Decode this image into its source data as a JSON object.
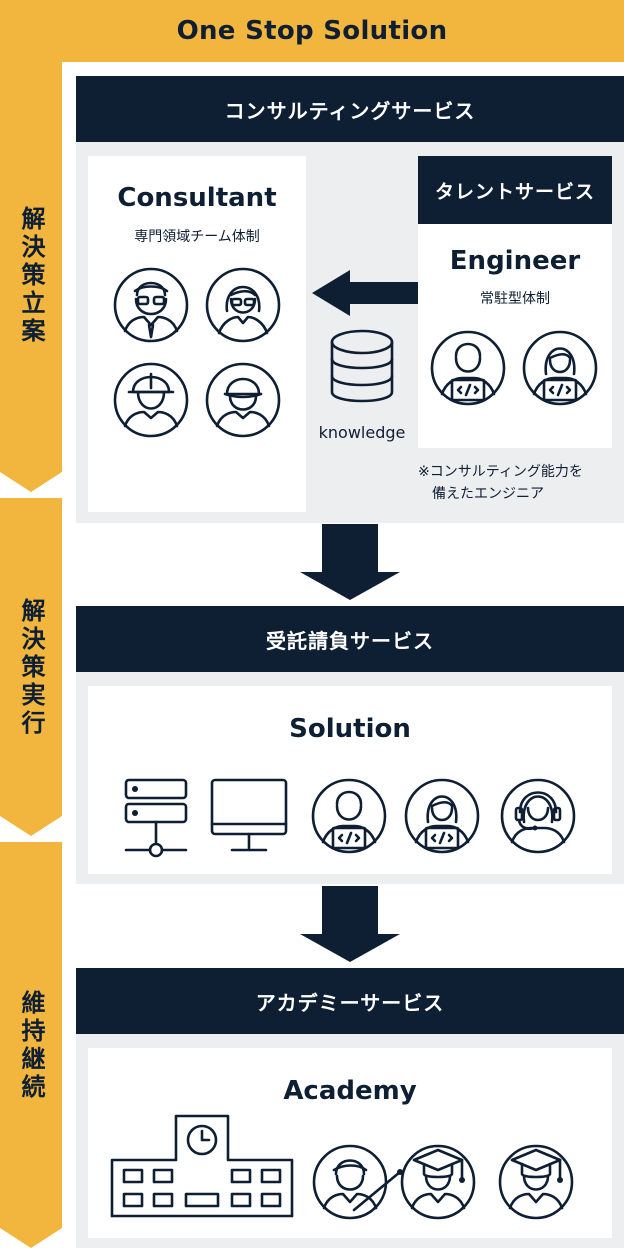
{
  "header": {
    "title": "One Stop Solution"
  },
  "phases": [
    {
      "label": "解決策立案"
    },
    {
      "label": "解決策実行"
    },
    {
      "label": "維持継続"
    }
  ],
  "consulting": {
    "bar_label": "コンサルティングサービス",
    "consultant": {
      "title": "Consultant",
      "subtitle": "専門領域チーム体制"
    },
    "knowledge_label": "knowledge",
    "talent": {
      "bar_label": "タレントサービス",
      "title": "Engineer",
      "subtitle": "常駐型体制"
    },
    "note_line1": "※コンサルティング能力を",
    "note_line2": "備えたエンジニア"
  },
  "contract": {
    "bar_label": "受託請負サービス",
    "title": "Solution"
  },
  "academy": {
    "bar_label": "アカデミーサービス",
    "title": "Academy"
  },
  "colors": {
    "navy": "#0e1e33",
    "yellow": "#f2b53e",
    "panel_gray": "#eceef0"
  }
}
